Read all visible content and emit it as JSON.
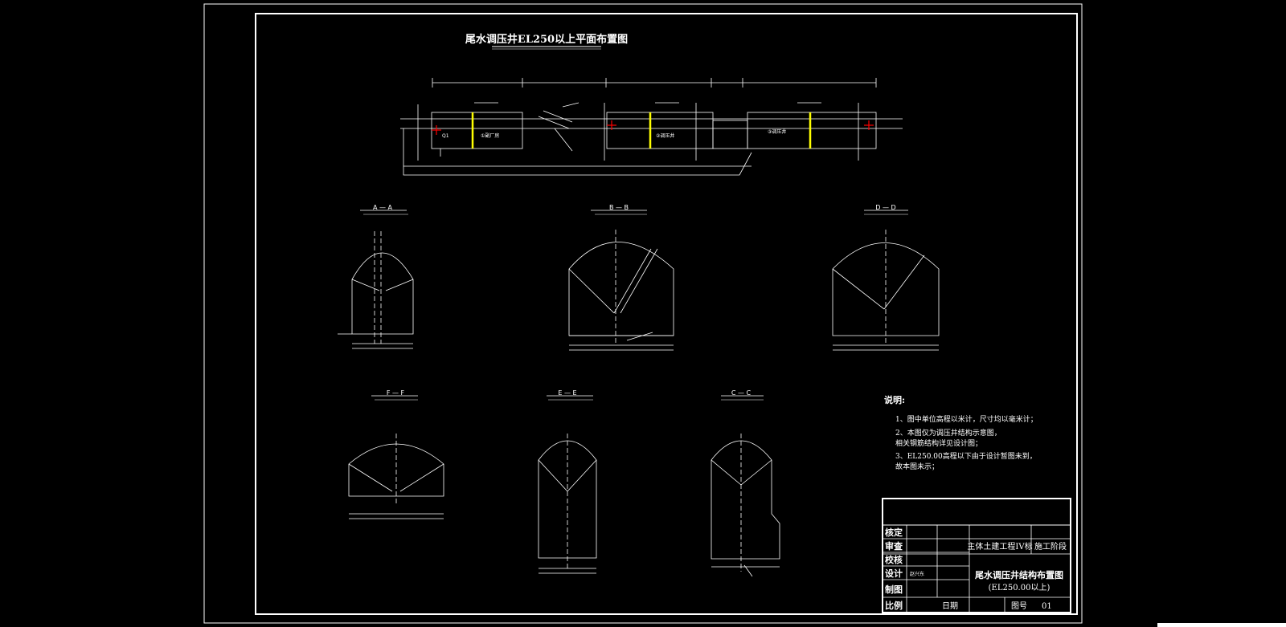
{
  "title": "尾水调压井EL250以上平面布置图",
  "plan": {
    "rooms": [
      "①副厂房",
      "②调压井",
      "③调压井"
    ],
    "markers": [
      "Q1"
    ]
  },
  "sections": [
    {
      "id": "a",
      "label": "A — A"
    },
    {
      "id": "b",
      "label": "B — B"
    },
    {
      "id": "d",
      "label": "D — D"
    },
    {
      "id": "f",
      "label": "F — F"
    },
    {
      "id": "e",
      "label": "E — E"
    },
    {
      "id": "c",
      "label": "C — C"
    }
  ],
  "notes": {
    "heading": "说明:",
    "items": [
      "1、图中单位高程以米计，尺寸均以毫米计；",
      "2、本图仅为调压井结构示意图，",
      "   相关钢筋结构详见设计图；",
      "3、EL250.00高程以下由于设计暂图未到，",
      "   故本图未示；"
    ]
  },
  "title_block": {
    "rows": [
      "核定",
      "审查",
      "校核",
      "设计",
      "制图",
      "比例"
    ],
    "designer": "赵兴东",
    "project": "主体土建工程IV标",
    "stage": "施工阶段",
    "drawing_title_1": "尾水调压井结构布置图",
    "drawing_title_2": "(EL250.00以上)",
    "date_label": "日期",
    "number_label": "图号",
    "number_value": "01"
  },
  "colors": {
    "background": "#000000",
    "line": "#ffffff",
    "accent": "#ffff00",
    "marker": "#ff0000"
  }
}
